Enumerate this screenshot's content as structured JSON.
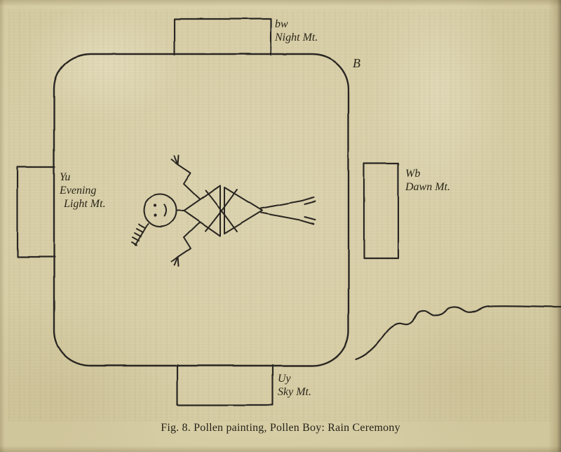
{
  "page": {
    "paper_color": "#d9d0a9",
    "ink_color": "#2b2720"
  },
  "diagram": {
    "corner_label": "B",
    "mountains": {
      "top": {
        "code": "bw",
        "name": "Night Mt."
      },
      "left": {
        "code": "Yu",
        "name_line1": "Evening",
        "name_line2": "Light Mt."
      },
      "right": {
        "code": "Wb",
        "name": "Dawn Mt."
      },
      "bottom": {
        "code": "Uy",
        "name": "Sky Mt."
      }
    }
  },
  "caption": "Fig. 8. Pollen painting, Pollen Boy: Rain Ceremony"
}
